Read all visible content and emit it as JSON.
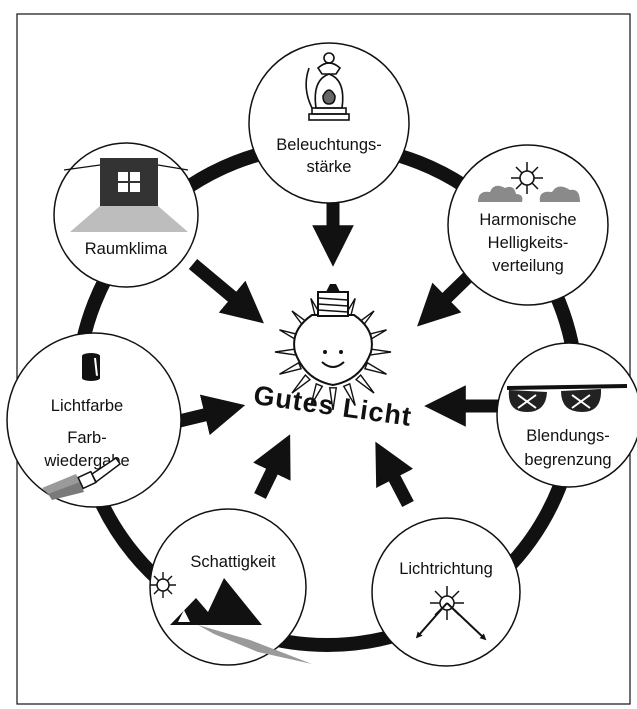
{
  "center_title": "Gutes Licht",
  "nodes": {
    "beleuchtungsstaerke": {
      "line1": "Beleuchtungs-",
      "line2": "stärke",
      "icon": "lantern-icon"
    },
    "harmonische": {
      "line1": "Harmonische",
      "line2": "Helligkeits-",
      "line3": "verteilung",
      "icon": "sun-clouds-icon"
    },
    "blendung": {
      "line1": "Blendungs-",
      "line2": "begrenzung",
      "icon": "sunglasses-icon"
    },
    "lichtrichtung": {
      "line1": "Lichtrichtung",
      "icon": "directional-light-icon"
    },
    "schattigkeit": {
      "line1": "Schattigkeit",
      "icon": "mountain-shadow-icon"
    },
    "lichtfarbe": {
      "line1": "Lichtfarbe",
      "line2": "Farb-",
      "line3": "wiedergabe",
      "icon": "paint-brush-icon"
    },
    "raumklima": {
      "line1": "Raumklima",
      "icon": "room-window-icon"
    }
  },
  "colors": {
    "stroke": "#111111",
    "icon_gray": "#555555",
    "cloud_gray": "#8a8a8a",
    "shadow_gray": "#9a9a9a"
  }
}
